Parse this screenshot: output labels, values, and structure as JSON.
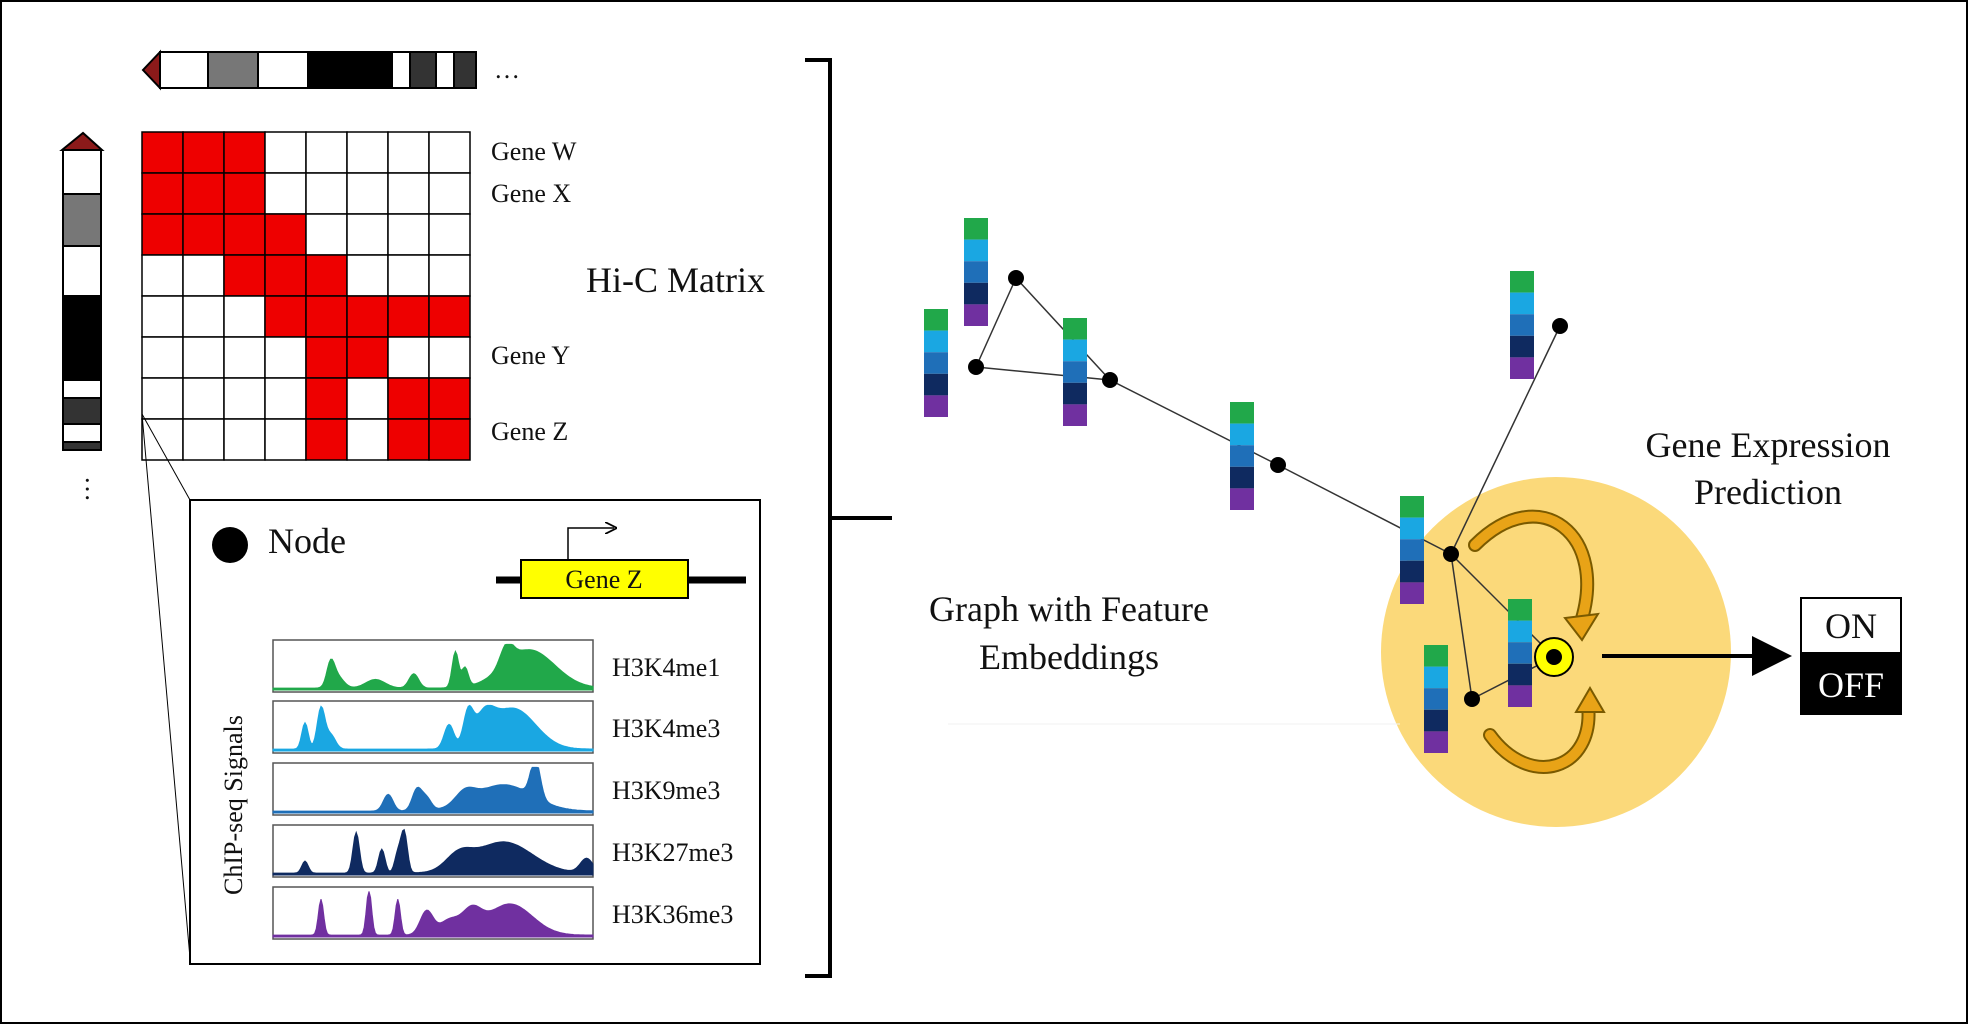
{
  "hic": {
    "title": "Hi-C Matrix",
    "gene_labels": [
      "Gene W",
      "Gene X",
      "Gene Y",
      "Gene Z"
    ],
    "grid_size": 8,
    "filled_cells": [
      [
        0,
        0
      ],
      [
        0,
        1
      ],
      [
        0,
        2
      ],
      [
        1,
        0
      ],
      [
        1,
        1
      ],
      [
        1,
        2
      ],
      [
        2,
        0
      ],
      [
        2,
        1
      ],
      [
        2,
        2
      ],
      [
        2,
        3
      ],
      [
        3,
        2
      ],
      [
        3,
        3
      ],
      [
        3,
        4
      ],
      [
        4,
        3
      ],
      [
        4,
        4
      ],
      [
        4,
        5
      ],
      [
        4,
        6
      ],
      [
        4,
        7
      ],
      [
        5,
        4
      ],
      [
        5,
        5
      ],
      [
        6,
        4
      ],
      [
        6,
        6
      ],
      [
        6,
        7
      ],
      [
        7,
        4
      ],
      [
        7,
        6
      ],
      [
        7,
        7
      ]
    ],
    "ellipsis": "…"
  },
  "legend": {
    "node_label": "Node",
    "gene_box_label": "Gene Z",
    "chipseq_label": "ChIP-seq  Signals",
    "tracks": [
      {
        "name": "H3K4me1",
        "color": "#21a84a"
      },
      {
        "name": "H3K4me3",
        "color": "#1aa7e2"
      },
      {
        "name": "H3K9me3",
        "color": "#1f6fb8"
      },
      {
        "name": "H3K27me3",
        "color": "#0f2a60"
      },
      {
        "name": "H3K36me3",
        "color": "#7030a0"
      }
    ]
  },
  "graph": {
    "label_line1": "Graph with Feature",
    "label_line2": "Embeddings",
    "feature_colors": [
      "#21a84a",
      "#1aa7e2",
      "#1f6fb8",
      "#0f2a60",
      "#7030a0"
    ]
  },
  "prediction": {
    "label_line1": "Gene Expression",
    "label_line2": "Prediction",
    "highlight_color": "#fbd97a",
    "arrow_color": "#e8a317"
  },
  "output": {
    "on_label": "ON",
    "off_label": "OFF"
  },
  "colors": {
    "matrix_fill": "#ee0000",
    "gene_box": "#ffff00",
    "chromosome_cap": "#8b1a1a"
  }
}
